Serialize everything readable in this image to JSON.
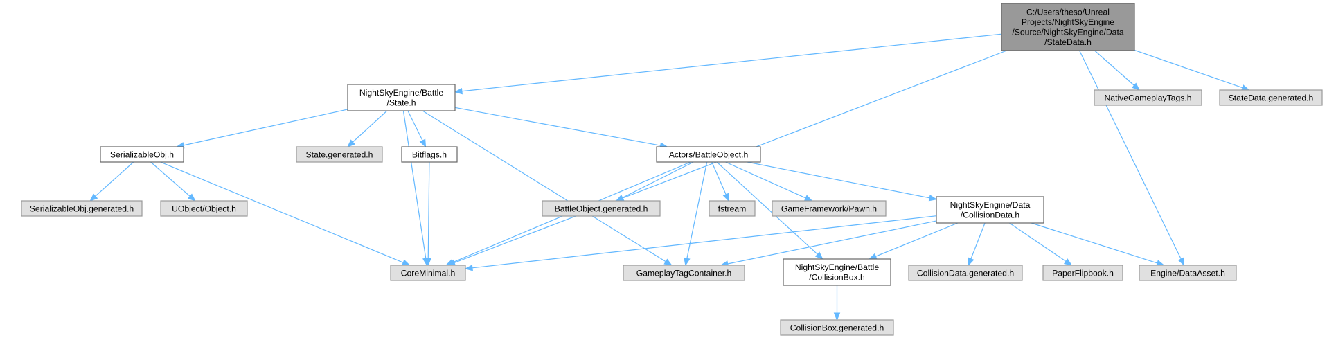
{
  "colors": {
    "root_fill": "#999999",
    "root_stroke": "#666666",
    "node_fill": "#ffffff",
    "node_stroke": "#666666",
    "external_fill": "#e0e0e0",
    "external_stroke": "#999999",
    "edge": "#63b8ff"
  },
  "nodes": [
    {
      "id": "root",
      "kind": "root",
      "lines": [
        "C:/Users/theso/Unreal",
        "Projects/NightSkyEngine",
        "/Source/NightSkyEngine/Data",
        "/StateData.h"
      ]
    },
    {
      "id": "state",
      "kind": "internal",
      "lines": [
        "NightSkyEngine/Battle",
        "/State.h"
      ]
    },
    {
      "id": "nativetags",
      "kind": "external",
      "lines": [
        "NativeGameplayTags.h"
      ]
    },
    {
      "id": "statedatagen",
      "kind": "external",
      "lines": [
        "StateData.generated.h"
      ]
    },
    {
      "id": "serializable",
      "kind": "internal",
      "lines": [
        "SerializableObj.h"
      ]
    },
    {
      "id": "stategen",
      "kind": "external",
      "lines": [
        "State.generated.h"
      ]
    },
    {
      "id": "bitflags",
      "kind": "internal",
      "lines": [
        "Bitflags.h"
      ]
    },
    {
      "id": "battleobject",
      "kind": "internal",
      "lines": [
        "Actors/BattleObject.h"
      ]
    },
    {
      "id": "serializablegen",
      "kind": "external",
      "lines": [
        "SerializableObj.generated.h"
      ]
    },
    {
      "id": "uobject",
      "kind": "external",
      "lines": [
        "UObject/Object.h"
      ]
    },
    {
      "id": "battleobjectgen",
      "kind": "external",
      "lines": [
        "BattleObject.generated.h"
      ]
    },
    {
      "id": "fstream",
      "kind": "external",
      "lines": [
        "fstream"
      ]
    },
    {
      "id": "pawn",
      "kind": "external",
      "lines": [
        "GameFramework/Pawn.h"
      ]
    },
    {
      "id": "collisiondata",
      "kind": "internal",
      "lines": [
        "NightSkyEngine/Data",
        "/CollisionData.h"
      ]
    },
    {
      "id": "coreminimal",
      "kind": "external",
      "lines": [
        "CoreMinimal.h"
      ]
    },
    {
      "id": "gameplaytag",
      "kind": "external",
      "lines": [
        "GameplayTagContainer.h"
      ]
    },
    {
      "id": "collisionbox",
      "kind": "internal",
      "lines": [
        "NightSkyEngine/Battle",
        "/CollisionBox.h"
      ]
    },
    {
      "id": "collisiondatagen",
      "kind": "external",
      "lines": [
        "CollisionData.generated.h"
      ]
    },
    {
      "id": "paperflipbook",
      "kind": "external",
      "lines": [
        "PaperFlipbook.h"
      ]
    },
    {
      "id": "dataasset",
      "kind": "external",
      "lines": [
        "Engine/DataAsset.h"
      ]
    },
    {
      "id": "collisionboxgen",
      "kind": "external",
      "lines": [
        "CollisionBox.generated.h"
      ]
    }
  ],
  "edges": [
    {
      "from": "root",
      "to": "state"
    },
    {
      "from": "root",
      "to": "coreminimal"
    },
    {
      "from": "root",
      "to": "nativetags"
    },
    {
      "from": "root",
      "to": "statedatagen"
    },
    {
      "from": "root",
      "to": "dataasset"
    },
    {
      "from": "state",
      "to": "serializable"
    },
    {
      "from": "state",
      "to": "coreminimal"
    },
    {
      "from": "state",
      "to": "stategen"
    },
    {
      "from": "state",
      "to": "bitflags"
    },
    {
      "from": "state",
      "to": "gameplaytag"
    },
    {
      "from": "state",
      "to": "battleobject"
    },
    {
      "from": "serializable",
      "to": "coreminimal"
    },
    {
      "from": "serializable",
      "to": "serializablegen"
    },
    {
      "from": "serializable",
      "to": "uobject"
    },
    {
      "from": "bitflags",
      "to": "coreminimal"
    },
    {
      "from": "battleobject",
      "to": "coreminimal"
    },
    {
      "from": "battleobject",
      "to": "battleobjectgen"
    },
    {
      "from": "battleobject",
      "to": "gameplaytag"
    },
    {
      "from": "battleobject",
      "to": "fstream"
    },
    {
      "from": "battleobject",
      "to": "pawn"
    },
    {
      "from": "battleobject",
      "to": "collisiondata"
    },
    {
      "from": "battleobject",
      "to": "collisionbox"
    },
    {
      "from": "collisiondata",
      "to": "coreminimal"
    },
    {
      "from": "collisiondata",
      "to": "gameplaytag"
    },
    {
      "from": "collisiondata",
      "to": "collisionbox"
    },
    {
      "from": "collisiondata",
      "to": "collisiondatagen"
    },
    {
      "from": "collisiondata",
      "to": "paperflipbook"
    },
    {
      "from": "collisiondata",
      "to": "dataasset"
    },
    {
      "from": "collisionbox",
      "to": "collisionboxgen"
    }
  ]
}
